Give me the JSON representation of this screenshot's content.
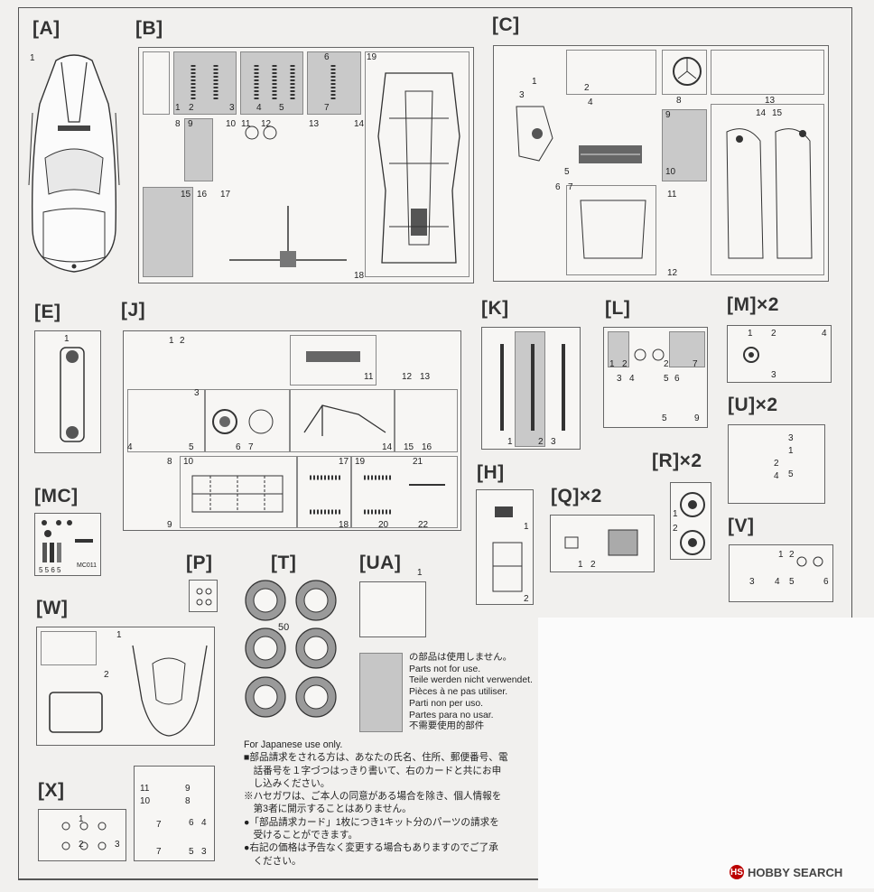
{
  "sections": {
    "A": "[A]",
    "B": "[B]",
    "C": "[C]",
    "E": "[E]",
    "J": "[J]",
    "K": "[K]",
    "L": "[L]",
    "M": "[M]×2",
    "U": "[U]×2",
    "MC": "[MC]",
    "H": "[H]",
    "Q": "[Q]×2",
    "R": "[R]×2",
    "V": "[V]",
    "P": "[P]",
    "T": "[T]",
    "UA": "[UA]",
    "W": "[W]",
    "X": "[X]"
  },
  "tire_count": "50",
  "decal_code": "MC011",
  "legend": [
    "の部品は使用しません。",
    "Parts not for use.",
    "Teile werden nicht verwendet.",
    "Pièces à ne pas utiliser.",
    "Parti non per uso.",
    "Partes para no usar.",
    "不需要使用的部件"
  ],
  "notes": [
    "For Japanese use only.",
    "■部品請求をされる方は、あなたの氏名、住所、郵便番号、電",
    "　話番号を１字づつはっきり書いて、右のカードと共にお申",
    "　し込みください。",
    "※ハセガワは、ご本人の同意がある場合を除き、個人情報を",
    "　第3者に開示することはありません。",
    "●「部品請求カード」1枚につき1キット分のパーツの請求を",
    "　受けることができます。",
    "●右記の価格は予告なく変更する場合もありますのでご了承",
    "　ください。"
  ],
  "watermark": "HOBBY SEARCH",
  "watermark_logo": "HS",
  "icons": [
    "car-body-icon",
    "chassis-icon",
    "steering-wheel-icon",
    "spring-icon",
    "wheel-icon",
    "tire-icon",
    "radiator-icon"
  ]
}
